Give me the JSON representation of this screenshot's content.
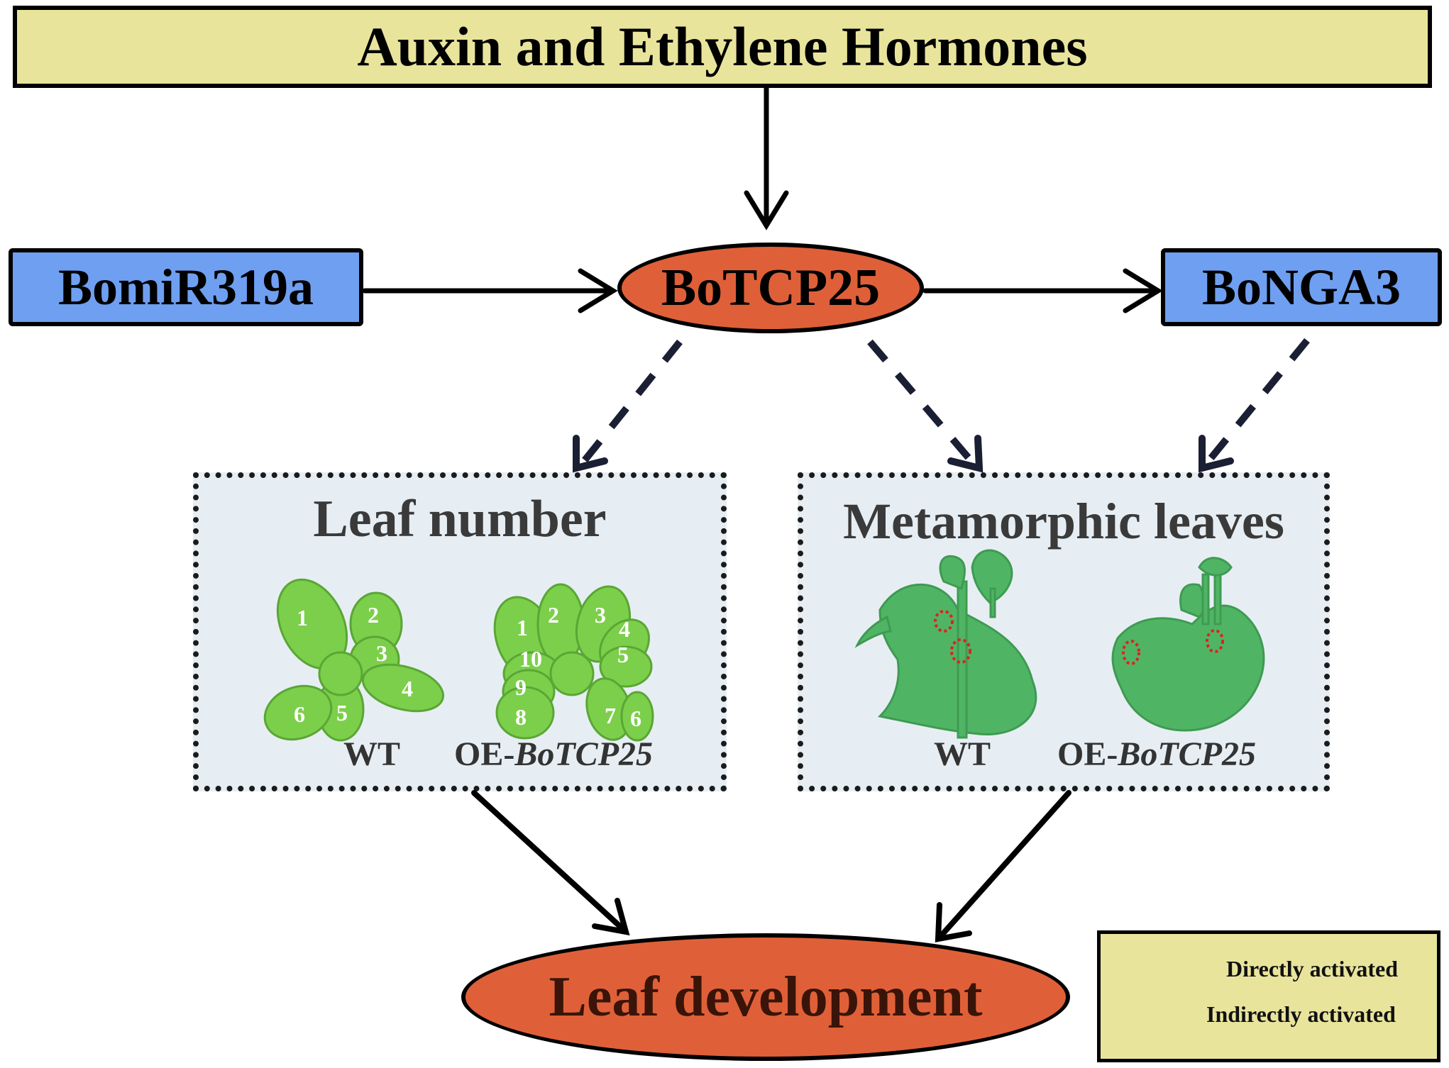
{
  "top_box": {
    "label": "Auxin and Ethylene Hormones"
  },
  "nodes": {
    "mir": "BomiR319a",
    "tcp": "BoTCP25",
    "nga": "BoNGA3",
    "dev": "Leaf development"
  },
  "panels": {
    "leaf_number": {
      "title": "Leaf number",
      "wt_label": "WT",
      "oe_prefix": "OE-",
      "oe_gene": "BoTCP25",
      "wt_leaf_numbers": [
        "1",
        "2",
        "3",
        "4",
        "5",
        "6"
      ],
      "oe_leaf_numbers": [
        "1",
        "2",
        "3",
        "4",
        "5",
        "6",
        "7",
        "8",
        "9",
        "10"
      ]
    },
    "metamorphic": {
      "title": "Metamorphic leaves",
      "wt_label": "WT",
      "oe_prefix": "OE-",
      "oe_gene": "BoTCP25"
    }
  },
  "legend": {
    "direct": "Directly activated",
    "indirect": "Indirectly activated"
  },
  "colors": {
    "top_box_fill": "#e8e49c",
    "gene_box_fill": "#6f9ff0",
    "ellipse_fill": "#df6038",
    "panel_fill": "#e6eef3",
    "leaf_green": "#7ccf4a",
    "meta_green": "#4fb565",
    "marker_red": "#e02020"
  }
}
